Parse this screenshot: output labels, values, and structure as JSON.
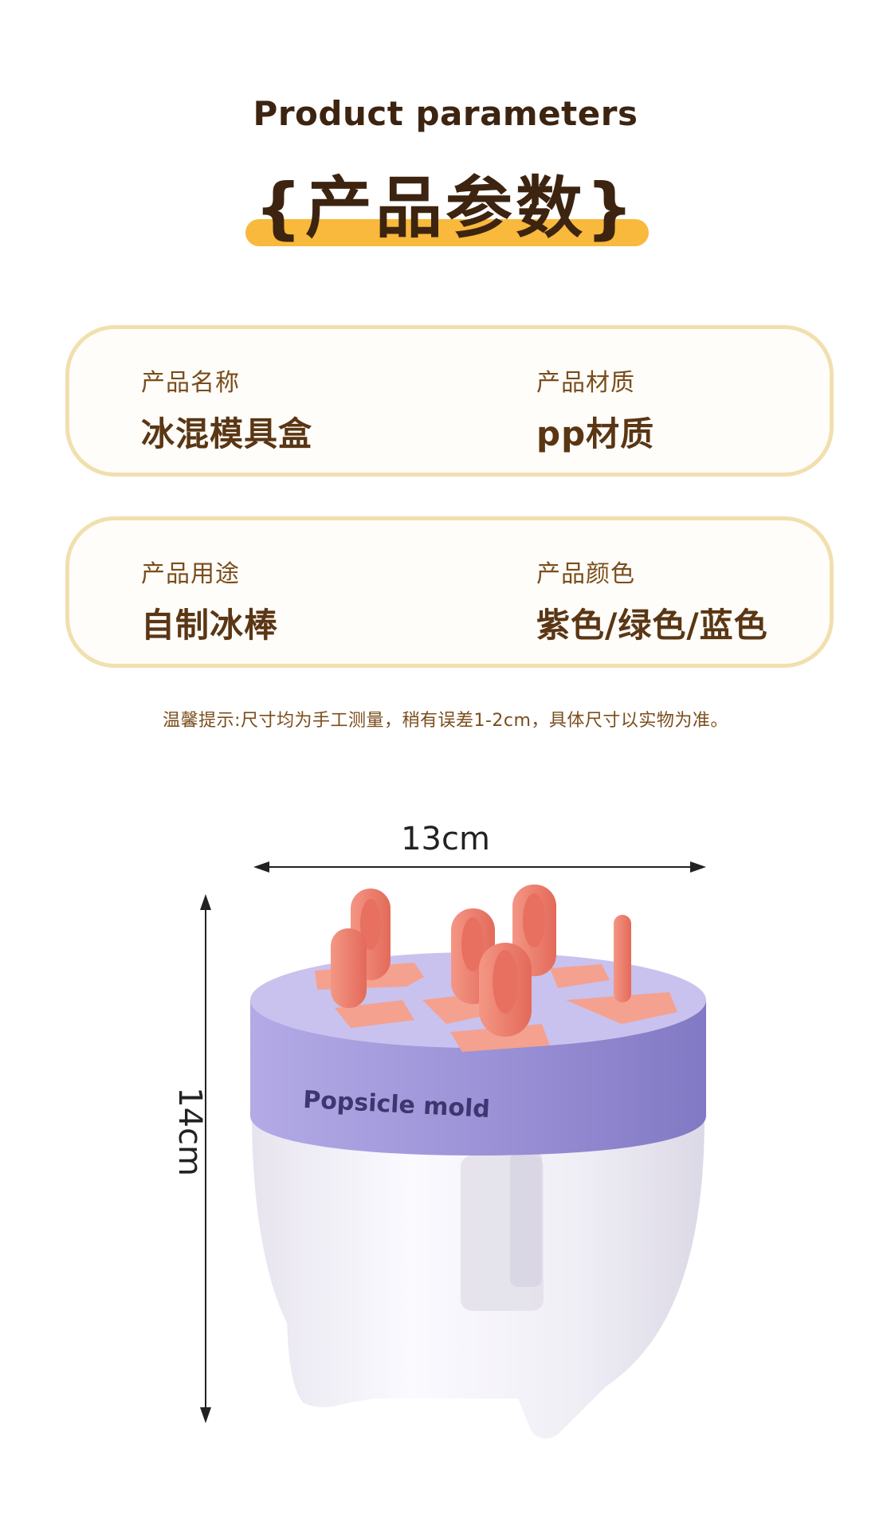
{
  "header": {
    "title_en": "Product parameters",
    "title_cn": "{产品参数}"
  },
  "cards": [
    {
      "left": {
        "label": "产品名称",
        "value": "冰混模具盒"
      },
      "right": {
        "label": "产品材质",
        "value": "pp材质"
      }
    },
    {
      "left": {
        "label": "产品用途",
        "value": "自制冰棒"
      },
      "right": {
        "label": "产品颜色",
        "value": "紫色/绿色/蓝色"
      }
    }
  ],
  "tip": "温馨提示:尺寸均为手工测量，稍有误差1-2cm，具体尺寸以实物为准。",
  "dimensions": {
    "width": "13cm",
    "height": "14cm"
  },
  "product": {
    "lid_text": "Popsicle mold",
    "colors": {
      "lid": "#9d93d6",
      "sticks": "#ee7b6b",
      "body": "#f2f0f7",
      "accent": "#f8b93c"
    }
  }
}
